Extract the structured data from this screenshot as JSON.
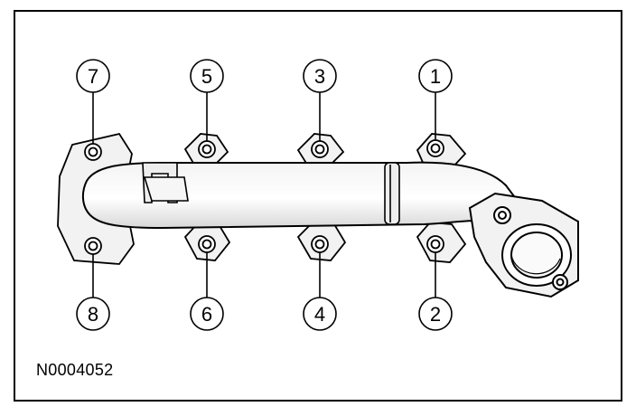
{
  "diagram": {
    "reference_code": "N0004052",
    "callouts": [
      {
        "id": "1",
        "label": "1"
      },
      {
        "id": "2",
        "label": "2"
      },
      {
        "id": "3",
        "label": "3"
      },
      {
        "id": "4",
        "label": "4"
      },
      {
        "id": "5",
        "label": "5"
      },
      {
        "id": "6",
        "label": "6"
      },
      {
        "id": "7",
        "label": "7"
      },
      {
        "id": "8",
        "label": "8"
      }
    ]
  }
}
